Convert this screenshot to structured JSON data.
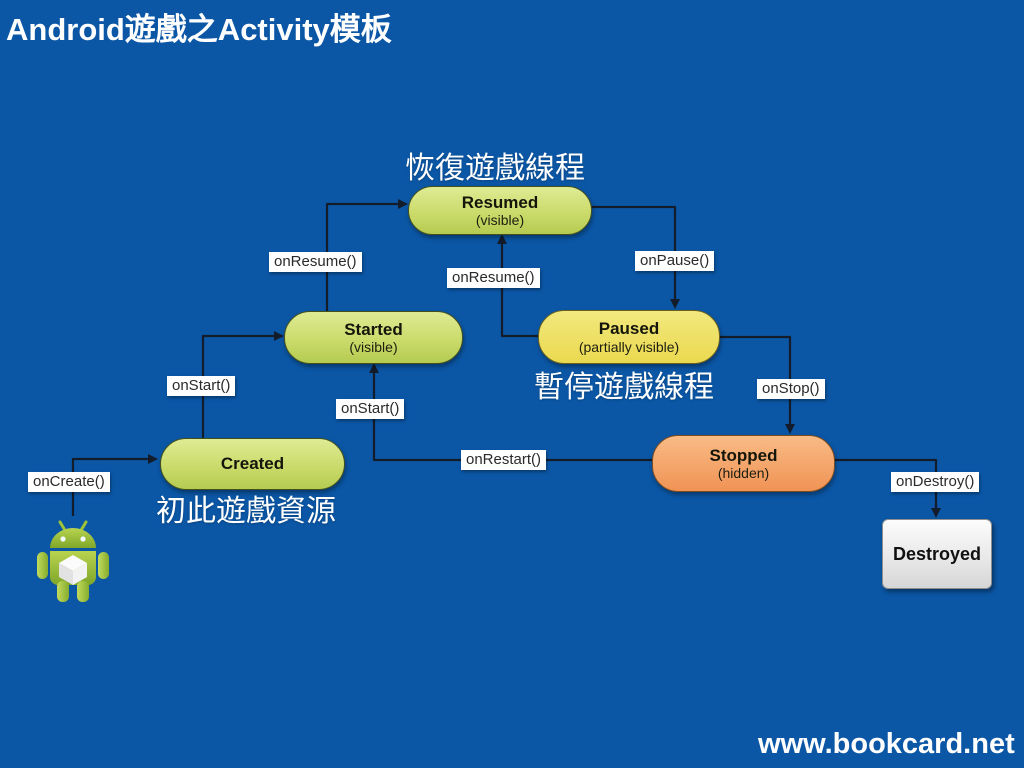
{
  "slide": {
    "title": "Android遊戲之Activity模板",
    "watermark": "www.bookcard.net"
  },
  "colors": {
    "background": "#0b57a6",
    "edge_line": "#131c2b",
    "node_green": "#c9d964",
    "node_yellow": "#ebdd5c",
    "node_orange": "#f4a469",
    "node_gray": "#e9e9e9",
    "label_background": "#ffffff",
    "android_green": "#a0c43c",
    "text_white": "#ffffff"
  },
  "nodes": {
    "resumed": {
      "title": "Resumed",
      "subtitle": "(visible)"
    },
    "started": {
      "title": "Started",
      "subtitle": "(visible)"
    },
    "paused": {
      "title": "Paused",
      "subtitle": "(partially visible)"
    },
    "created": {
      "title": "Created"
    },
    "stopped": {
      "title": "Stopped",
      "subtitle": "(hidden)"
    },
    "destroyed": {
      "title": "Destroyed"
    }
  },
  "edge_labels": {
    "on_create": "onCreate()",
    "on_start_left": "onStart()",
    "on_start_right": "onStart()",
    "on_resume_left": "onResume()",
    "on_resume_right": "onResume()",
    "on_pause": "onPause()",
    "on_stop": "onStop()",
    "on_restart": "onRestart()",
    "on_destroy": "onDestroy()"
  },
  "annotations": {
    "resume_thread": "恢復遊戲線程",
    "pause_thread": "暫停遊戲線程",
    "init_resources": "初此遊戲資源"
  },
  "icons": {
    "android_robot": "android-robot-icon"
  }
}
